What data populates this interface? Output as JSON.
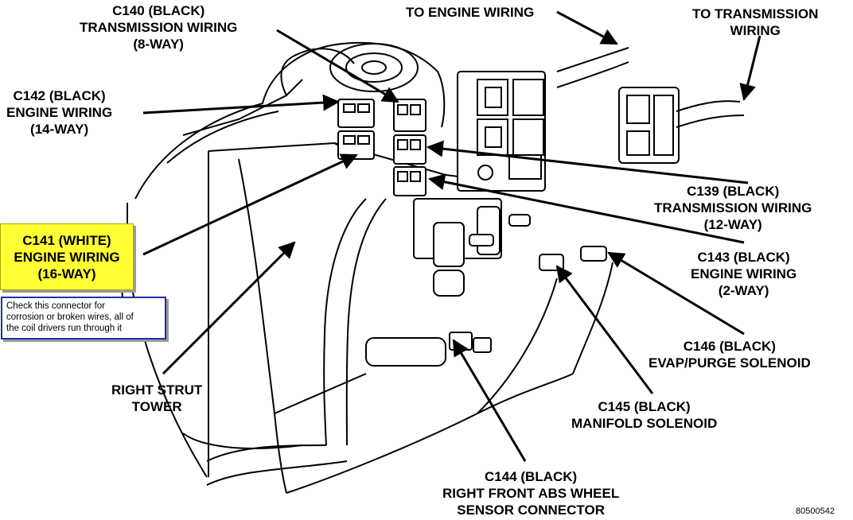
{
  "labels": {
    "c140": [
      "C140 (BLACK)",
      "TRANSMISSION WIRING",
      "(8-WAY)"
    ],
    "to_engine": [
      "TO ENGINE WIRING"
    ],
    "to_transmission": [
      "TO TRANSMISSION",
      "WIRING"
    ],
    "c142": [
      "C142 (BLACK)",
      "ENGINE WIRING",
      "(14-WAY)"
    ],
    "c141": [
      "C141 (WHITE)",
      "ENGINE WIRING",
      "(16-WAY)"
    ],
    "c139": [
      "C139 (BLACK)",
      "TRANSMISSION WIRING",
      "(12-WAY)"
    ],
    "c143": [
      "C143 (BLACK)",
      "ENGINE WIRING",
      "(2-WAY)"
    ],
    "c146": [
      "C146 (BLACK)",
      "EVAP/PURGE SOLENOID"
    ],
    "right_strut": [
      "RIGHT STRUT",
      "TOWER"
    ],
    "c145": [
      "C145 (BLACK)",
      "MANIFOLD SOLENOID"
    ],
    "c144": [
      "C144 (BLACK)",
      "RIGHT FRONT ABS WHEEL",
      "SENSOR CONNECTOR"
    ]
  },
  "note": [
    "Check this connector for",
    "corrosion or broken wires, all of",
    "the coil drivers run through it"
  ],
  "figure_id": "80500542",
  "colors": {
    "highlight": "#ffff33",
    "note_border": "#1f2fa8"
  }
}
